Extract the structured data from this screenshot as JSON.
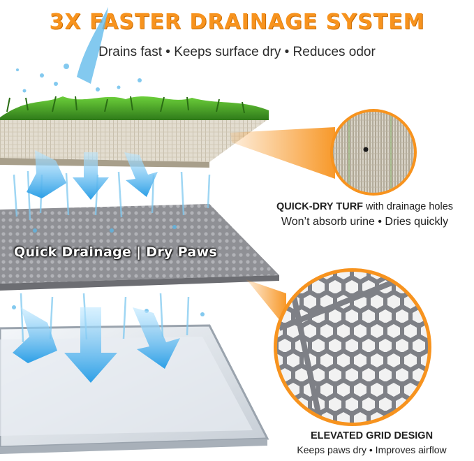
{
  "heading": "3X FASTER DRAINAGE SYSTEM",
  "subheading": "Drains fast • Keeps surface dry • Reduces odor",
  "middle_banner": "Quick Drainage | Dry Paws",
  "turf_callout": {
    "bold": "QUICK-DRY TURF",
    "rest": " with drainage holes",
    "line2": "Won’t absorb urine • Dries quickly"
  },
  "grid_callout": {
    "bold": "ELEVATED GRID DESIGN",
    "line2": "Keeps paws dry • Improves airflow"
  },
  "colors": {
    "accent_orange": "#f7931e",
    "grass_green": "#3d8b22",
    "water_blue": "#5ab8ea",
    "grid_gray": "#8c8d91",
    "tray_silver": "#d6dbe0"
  }
}
